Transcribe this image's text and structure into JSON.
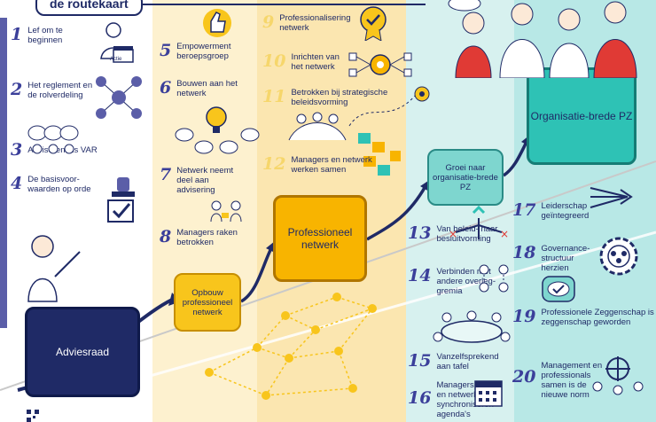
{
  "header": {
    "title": "de routekaart"
  },
  "colors": {
    "navy": "#1f2a66",
    "yellow": "#f8b400",
    "light_yellow": "#fdf1cf",
    "teal": "#2ec2b5",
    "light_teal": "#d7f1ef",
    "red": "#e03a35"
  },
  "phases": {
    "adviesraad": "Adviesraad",
    "opbouw": "Opbouw professioneel netwerk",
    "professioneel": "Professioneel netwerk",
    "groei": "Groei naar organisatie-brede PZ",
    "organisatie": "Organisatie-brede PZ"
  },
  "steps": [
    {
      "n": "1",
      "text": "Lef om te beginnen"
    },
    {
      "n": "2",
      "text": "Het reglement en de rolverdeling"
    },
    {
      "n": "3",
      "text": "Adviseren als VAR"
    },
    {
      "n": "4",
      "text": "De basisvoor-waarden op orde"
    },
    {
      "n": "5",
      "text": "Empowerment beroepsgroep"
    },
    {
      "n": "6",
      "text": "Bouwen aan het netwerk"
    },
    {
      "n": "7",
      "text": "Netwerk neemt deel aan advisering"
    },
    {
      "n": "8",
      "text": "Managers raken betrokken"
    },
    {
      "n": "9",
      "text": "Professionalisering netwerk"
    },
    {
      "n": "10",
      "text": "Inrichten van het netwerk"
    },
    {
      "n": "11",
      "text": "Betrokken bij strategische beleidsvorming"
    },
    {
      "n": "12",
      "text": "Managers en netwerk werken samen"
    },
    {
      "n": "13",
      "text": "Van beleid- naar besluitvorming"
    },
    {
      "n": "14",
      "text": "Verbinden met andere overleg-gremia"
    },
    {
      "n": "15",
      "text": "Vanzelfsprekend aan tafel"
    },
    {
      "n": "16",
      "text": "Managers en netwerk synchroniseren agenda's"
    },
    {
      "n": "17",
      "text": "Leiderschap geïntegreerd"
    },
    {
      "n": "18",
      "text": "Governance-structuur herzien"
    },
    {
      "n": "19",
      "text": "Professionele Zeggenschap is zeggenschap geworden"
    },
    {
      "n": "20",
      "text": "Management en professionals samen is de nieuwe norm"
    }
  ],
  "icons": {
    "clapperboard_label": "Actie"
  }
}
